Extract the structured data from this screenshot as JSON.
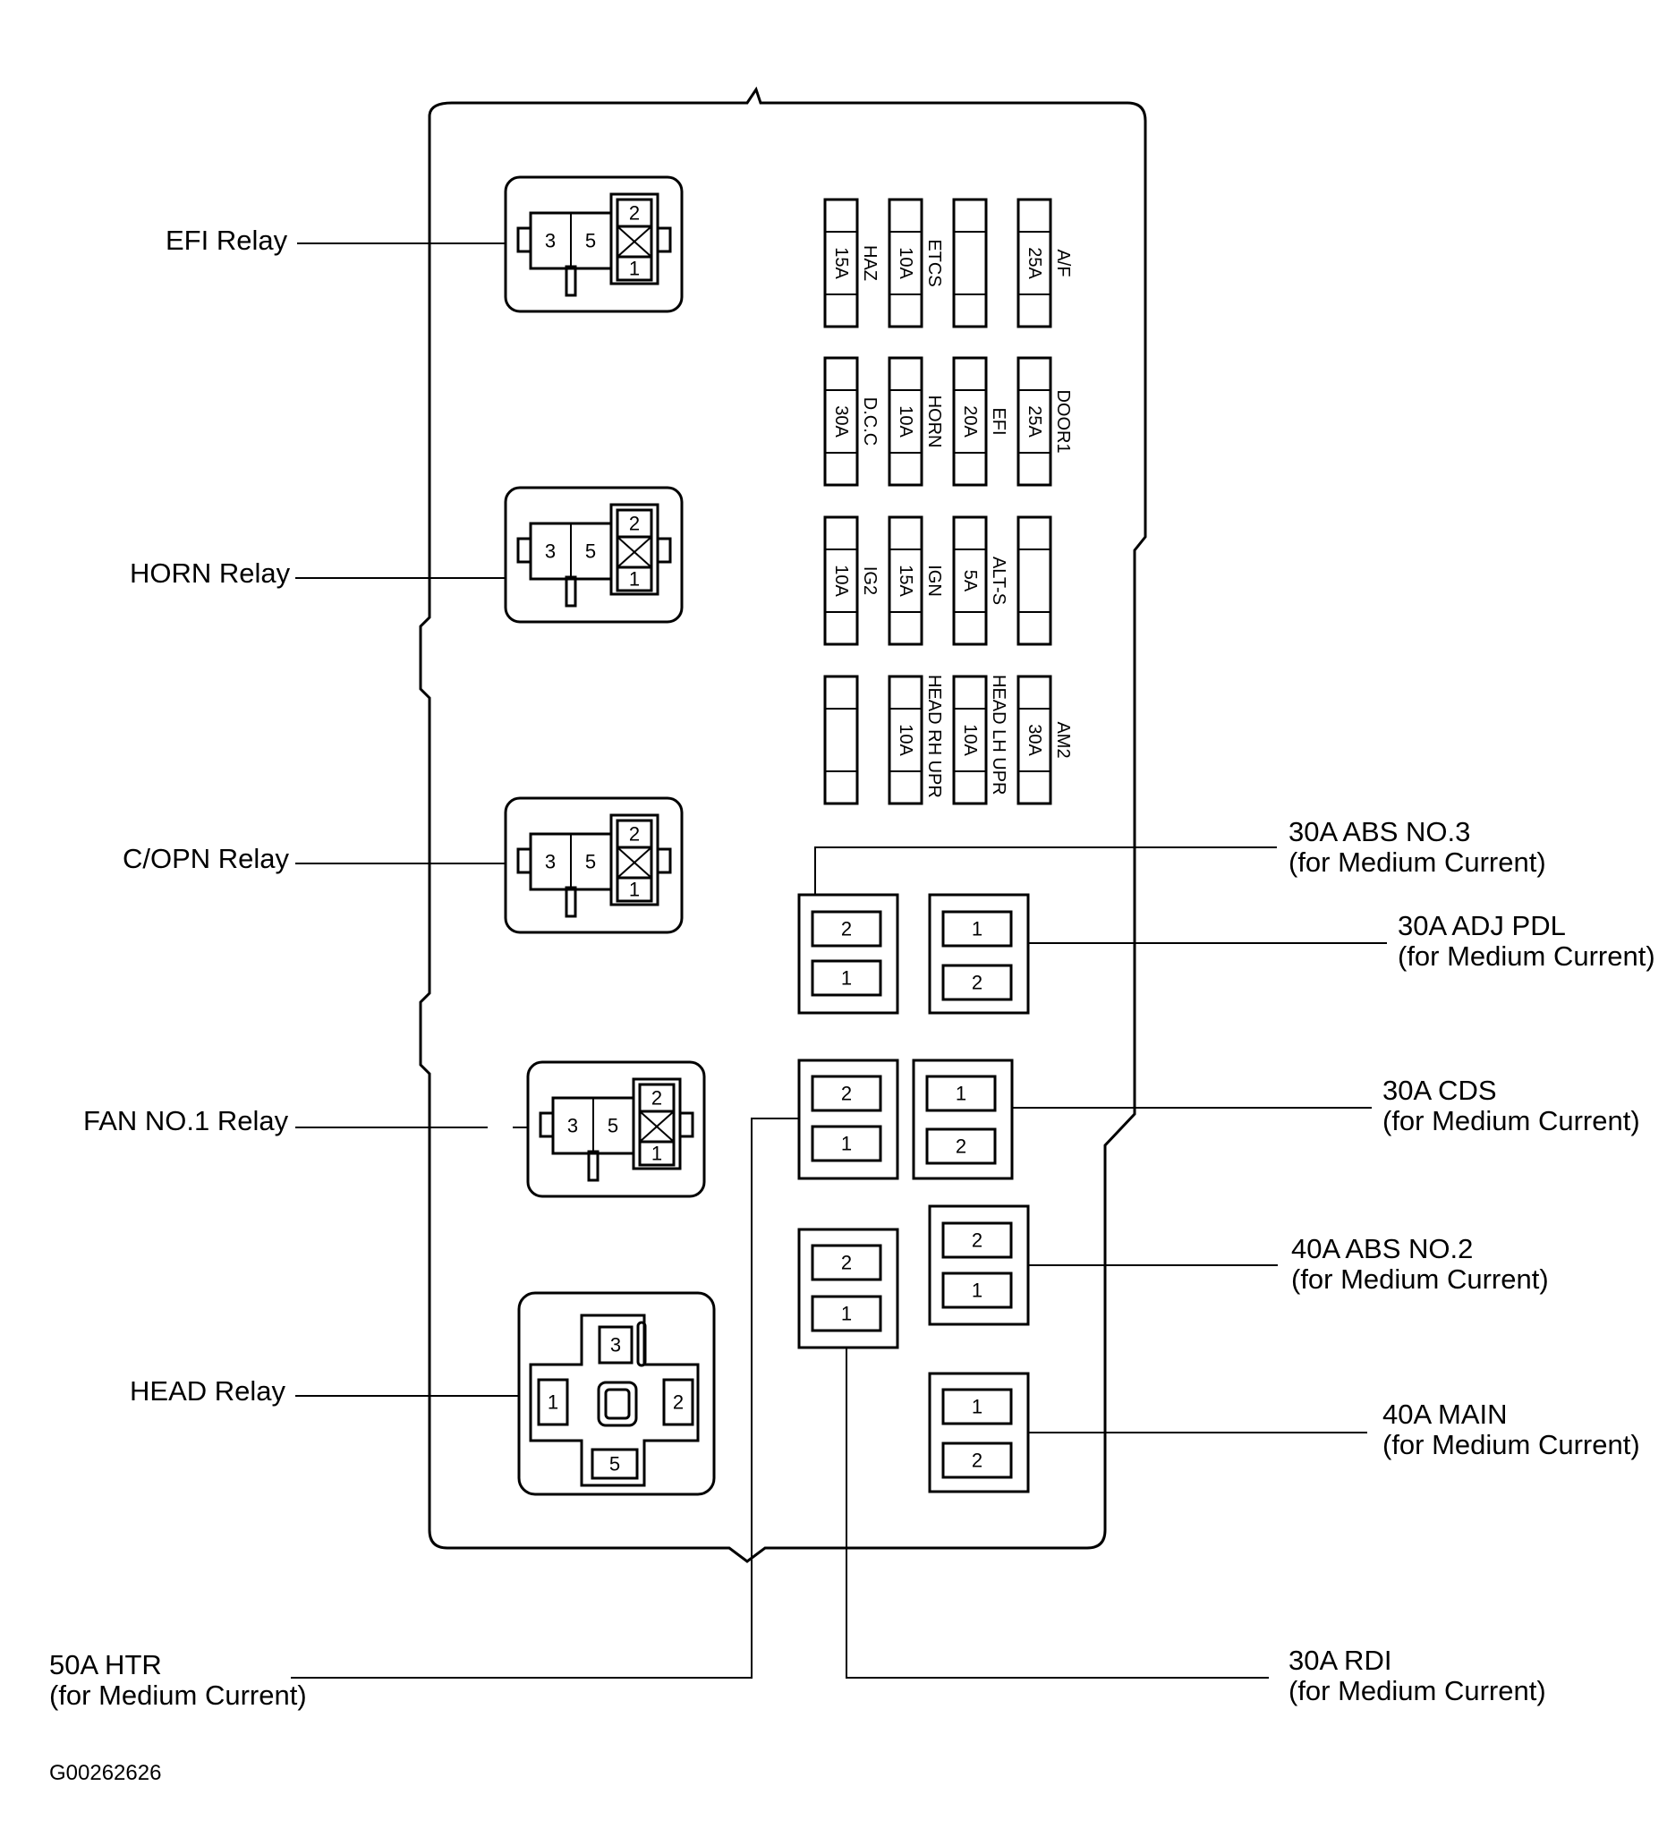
{
  "relays": [
    {
      "label": "EFI Relay",
      "pins": [
        "3",
        "5",
        "2",
        "1"
      ]
    },
    {
      "label": "HORN Relay",
      "pins": [
        "3",
        "5",
        "2",
        "1"
      ]
    },
    {
      "label": "C/OPN Relay",
      "pins": [
        "3",
        "5",
        "2",
        "1"
      ]
    },
    {
      "label": "FAN NO.1 Relay",
      "pins": [
        "3",
        "5",
        "2",
        "1"
      ]
    }
  ],
  "head_relay": {
    "label": "HEAD Relay",
    "pins": [
      "3",
      "1",
      "2",
      "5"
    ]
  },
  "fuse_rows": [
    [
      {
        "amp": "15A",
        "name": "HAZ"
      },
      {
        "amp": "10A",
        "name": "ETCS"
      },
      {
        "amp": "",
        "name": ""
      },
      {
        "amp": "25A",
        "name": "A/F"
      }
    ],
    [
      {
        "amp": "30A",
        "name": "D.C.C"
      },
      {
        "amp": "10A",
        "name": "HORN"
      },
      {
        "amp": "20A",
        "name": "EFI"
      },
      {
        "amp": "25A",
        "name": "DOOR1"
      }
    ],
    [
      {
        "amp": "10A",
        "name": "IG2"
      },
      {
        "amp": "15A",
        "name": "IGN"
      },
      {
        "amp": "5A",
        "name": "ALT-S"
      },
      {
        "amp": "",
        "name": ""
      }
    ],
    [
      {
        "amp": "",
        "name": ""
      },
      {
        "amp": "10A",
        "name": "HEAD RH UPR"
      },
      {
        "amp": "10A",
        "name": "HEAD LH UPR"
      },
      {
        "amp": "30A",
        "name": "AM2"
      }
    ]
  ],
  "medium_fuses": [
    {
      "id": "abs3",
      "title": "30A ABS NO.3",
      "sub": "(for Medium Current)",
      "pins": [
        "2",
        "1"
      ]
    },
    {
      "id": "adjpdl",
      "title": "30A ADJ PDL",
      "sub": "(for Medium Current)",
      "pins": [
        "1",
        "2"
      ]
    },
    {
      "id": "htr",
      "title": "50A HTR",
      "sub": "(for Medium Current)",
      "pins": [
        "2",
        "1"
      ]
    },
    {
      "id": "cds",
      "title": "30A CDS",
      "sub": "(for Medium Current)",
      "pins": [
        "1",
        "2"
      ]
    },
    {
      "id": "abs2",
      "title": "40A ABS NO.2",
      "sub": "(for Medium Current)",
      "pins": [
        "2",
        "1"
      ]
    },
    {
      "id": "rdi",
      "title": "30A RDI",
      "sub": "(for Medium Current)",
      "pins": [
        "2",
        "1"
      ]
    },
    {
      "id": "main",
      "title": "40A MAIN",
      "sub": "(for Medium Current)",
      "pins": [
        "1",
        "2"
      ]
    }
  ],
  "figure_code": "G00262626"
}
